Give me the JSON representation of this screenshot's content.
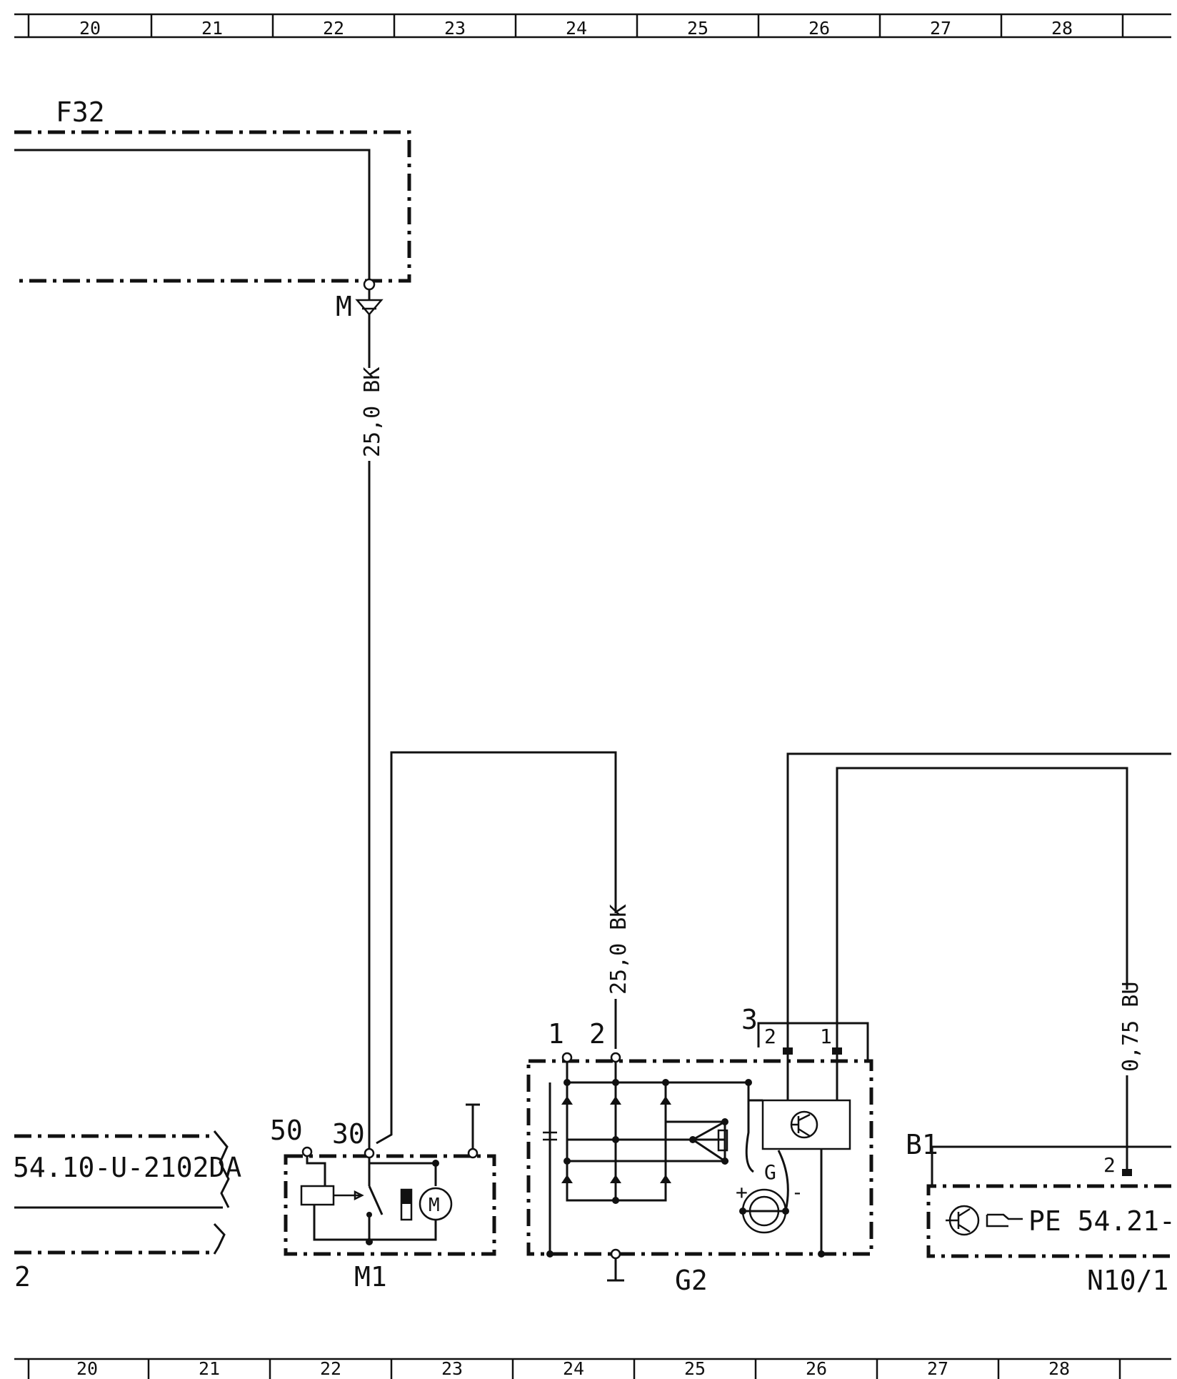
{
  "ruler": {
    "top": [
      "20",
      "21",
      "22",
      "23",
      "24",
      "25",
      "26",
      "27",
      "28"
    ],
    "bottom": [
      "20",
      "21",
      "22",
      "23",
      "24",
      "25",
      "26",
      "27",
      "28"
    ]
  },
  "components": {
    "f32": "F32",
    "m1": "M1",
    "g2": "G2",
    "n10_1": "N10/1",
    "b1": "B1"
  },
  "ground_label": "M",
  "reference_left": "54.10-U-2102DA",
  "reference_right": "PE 54.21-",
  "left_page_ref": "2",
  "wires": {
    "ground_wire": "25,0 BK",
    "alternator_b_plus": "25,0 BK",
    "regulator_wire": "0,75 BU"
  },
  "terminals": {
    "m1_50": "50",
    "m1_30": "30",
    "g2_1": "1",
    "g2_2": "2",
    "g2_3": "3",
    "plug_2": "2",
    "plug_1": "1",
    "n10_pin": "2",
    "gen_plus": "+",
    "gen_minus": "-",
    "gen_g": "G"
  }
}
